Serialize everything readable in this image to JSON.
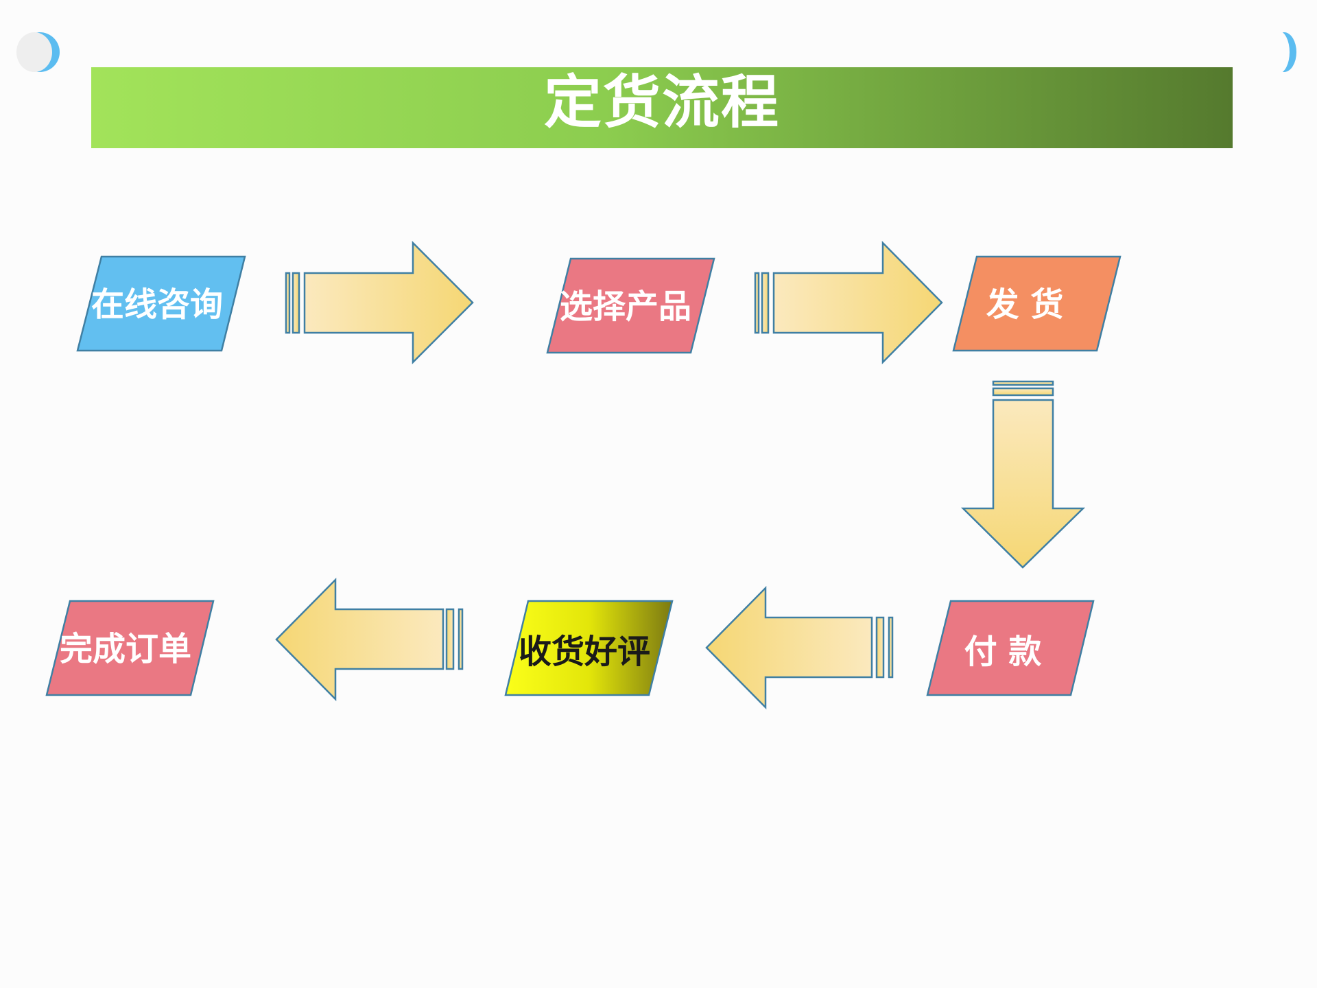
{
  "title": "定货流程",
  "steps": [
    {
      "id": "consult",
      "label": "在线咨询",
      "fill": "#62bff0",
      "text_color": "#ffffff"
    },
    {
      "id": "select",
      "label": "选择产品",
      "fill": "#ea7883",
      "text_color": "#ffffff"
    },
    {
      "id": "ship",
      "label": "发 货",
      "fill": "#f48f62",
      "text_color": "#ffffff"
    },
    {
      "id": "pay",
      "label": "付 款",
      "fill": "#ea7883",
      "text_color": "#ffffff"
    },
    {
      "id": "review",
      "label": "收货好评",
      "fill": "yellow-olive-gradient",
      "text_color": "#1a1a1a"
    },
    {
      "id": "complete",
      "label": "完成订单",
      "fill": "#ea7883",
      "text_color": "#ffffff"
    }
  ],
  "colors": {
    "title_bar_start": "#a2e35a",
    "title_bar_end": "#557a2e",
    "arrow_light": "#fbe9be",
    "arrow_dark": "#f5d774",
    "outline": "#3f7fa3",
    "corner_accent": "#5bbcf0"
  }
}
